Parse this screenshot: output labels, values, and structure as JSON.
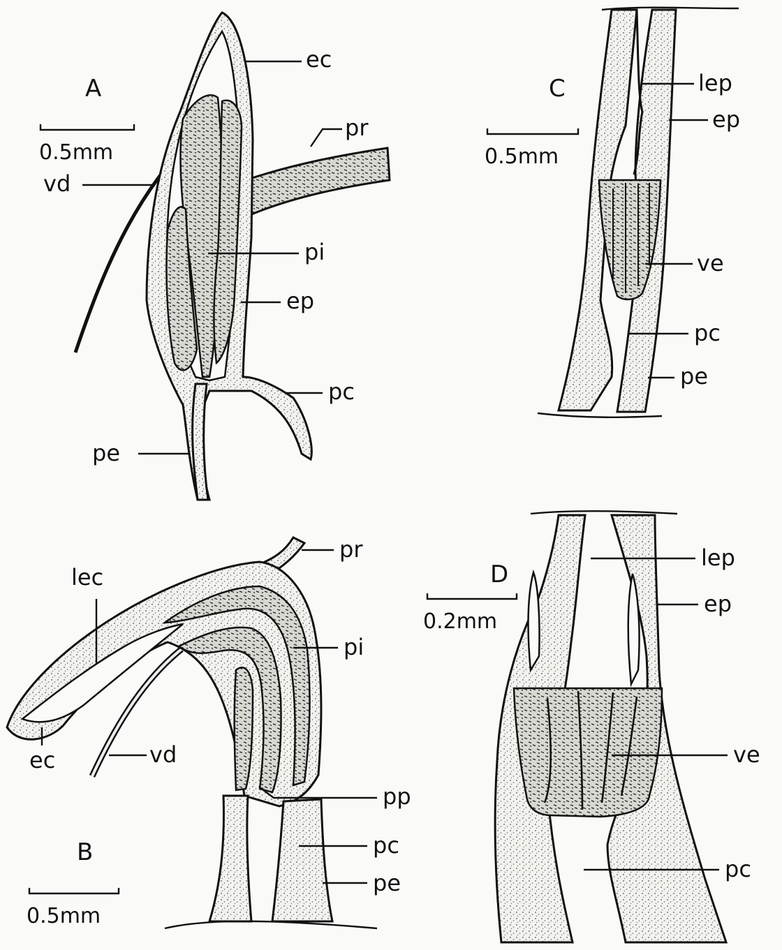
{
  "panels": {
    "A": {
      "title": "A",
      "scale": "0.5mm",
      "labels": {
        "ec": "ec",
        "pr": "pr",
        "vd": "vd",
        "pi": "pi",
        "ep": "ep",
        "pc": "pc",
        "pe": "pe"
      }
    },
    "B": {
      "title": "B",
      "scale": "0.5mm",
      "labels": {
        "pr": "pr",
        "lec": "lec",
        "pi": "pi",
        "ec": "ec",
        "vd": "vd",
        "pp": "pp",
        "pc": "pc",
        "pe": "pe"
      }
    },
    "C": {
      "title": "C",
      "scale": "0.5mm",
      "labels": {
        "lep": "lep",
        "ep": "ep",
        "ve": "ve",
        "pc": "pc",
        "pe": "pe"
      }
    },
    "D": {
      "title": "D",
      "scale": "0.2mm",
      "labels": {
        "lep": "lep",
        "ep": "ep",
        "ve": "ve",
        "pc": "pc"
      }
    }
  }
}
